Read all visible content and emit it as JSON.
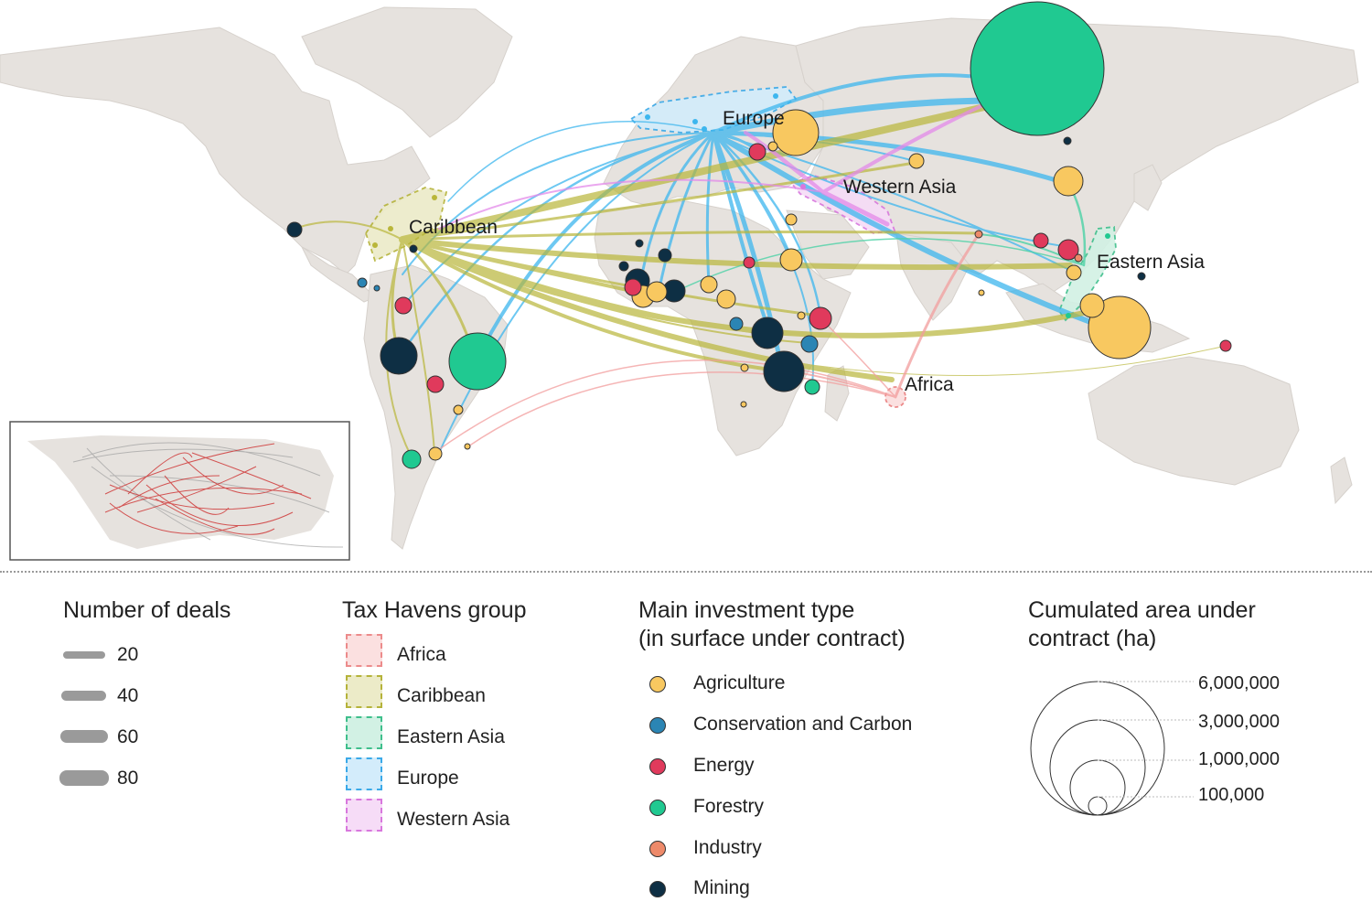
{
  "map": {
    "region_labels": [
      {
        "key": "europe",
        "text": "Europe"
      },
      {
        "key": "western_asia",
        "text": "Western Asia"
      },
      {
        "key": "caribbean",
        "text": "Caribbean"
      },
      {
        "key": "eastern_asia",
        "text": "Eastern Asia"
      },
      {
        "key": "africa",
        "text": "Africa"
      }
    ]
  },
  "colors": {
    "land": "#e6e2de",
    "agriculture": "#f8c860",
    "conservation": "#2b85b4",
    "energy": "#e03a5c",
    "forestry": "#20c991",
    "industry": "#ee8a6a",
    "mining": "#0e2f44",
    "flow_europe": "#3db6ee",
    "flow_caribbean": "#b9b63a",
    "flow_western_asia": "#e38ae9",
    "flow_africa": "#f29d9d",
    "flow_eastern_asia": "#4dd2a6",
    "inset_flow": "#cc2222"
  },
  "legend": {
    "deals": {
      "title": "Number of deals",
      "items": [
        {
          "label": "20"
        },
        {
          "label": "40"
        },
        {
          "label": "60"
        },
        {
          "label": "80"
        }
      ]
    },
    "havens": {
      "title": "Tax Havens group",
      "items": [
        {
          "label": "Africa",
          "fill": "#fbe0e0",
          "stroke": "#ec8b8b"
        },
        {
          "label": "Caribbean",
          "fill": "#ecebc8",
          "stroke": "#b5b33a"
        },
        {
          "label": "Eastern Asia",
          "fill": "#d2f1e4",
          "stroke": "#3fbf8c"
        },
        {
          "label": "Europe",
          "fill": "#d3ecfb",
          "stroke": "#3aa9e8"
        },
        {
          "label": "Western Asia",
          "fill": "#f6dcf7",
          "stroke": "#d877dd"
        }
      ]
    },
    "types": {
      "title_line1": "Main investment type",
      "title_line2": "(in surface under contract)",
      "items": [
        {
          "label": "Agriculture",
          "color": "#f8c860"
        },
        {
          "label": "Conservation and Carbon",
          "color": "#2b85b4"
        },
        {
          "label": "Energy",
          "color": "#e03a5c"
        },
        {
          "label": "Forestry",
          "color": "#20c991"
        },
        {
          "label": "Industry",
          "color": "#ee8a6a"
        },
        {
          "label": "Mining",
          "color": "#0e2f44"
        }
      ]
    },
    "sizes": {
      "title_line1": "Cumulated area under",
      "title_line2": "contract (ha)",
      "items": [
        {
          "label": "6,000,000"
        },
        {
          "label": "3,000,000"
        },
        {
          "label": "1,000,000"
        },
        {
          "label": "100,000"
        }
      ]
    }
  }
}
